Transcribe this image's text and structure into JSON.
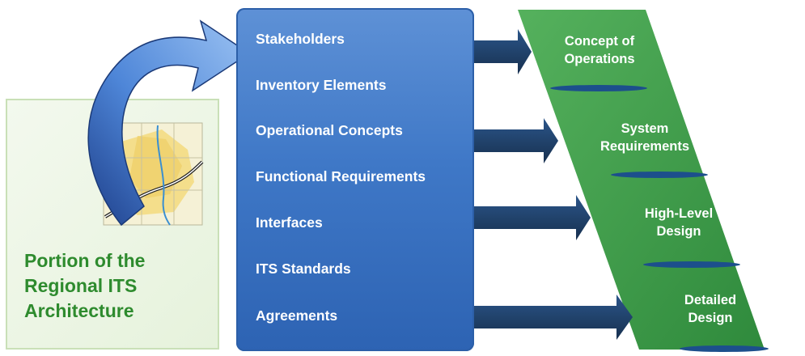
{
  "architecture_panel": {
    "title": "Portion of the\nRegional ITS\nArchitecture"
  },
  "architecture_items": [
    "Stakeholders",
    "Inventory Elements",
    "Operational Concepts",
    "Functional Requirements",
    "Interfaces",
    "ITS Standards",
    "Agreements"
  ],
  "phases": [
    "Concept of\nOperations",
    "System\nRequirements",
    "High-Level\nDesign",
    "Detailed\nDesign"
  ],
  "colors": {
    "box_blue": "#3f78c7",
    "arrow_navy": "#1f3f66",
    "phase_green": "#3d9a4a",
    "title_green": "#2e8b2e"
  }
}
